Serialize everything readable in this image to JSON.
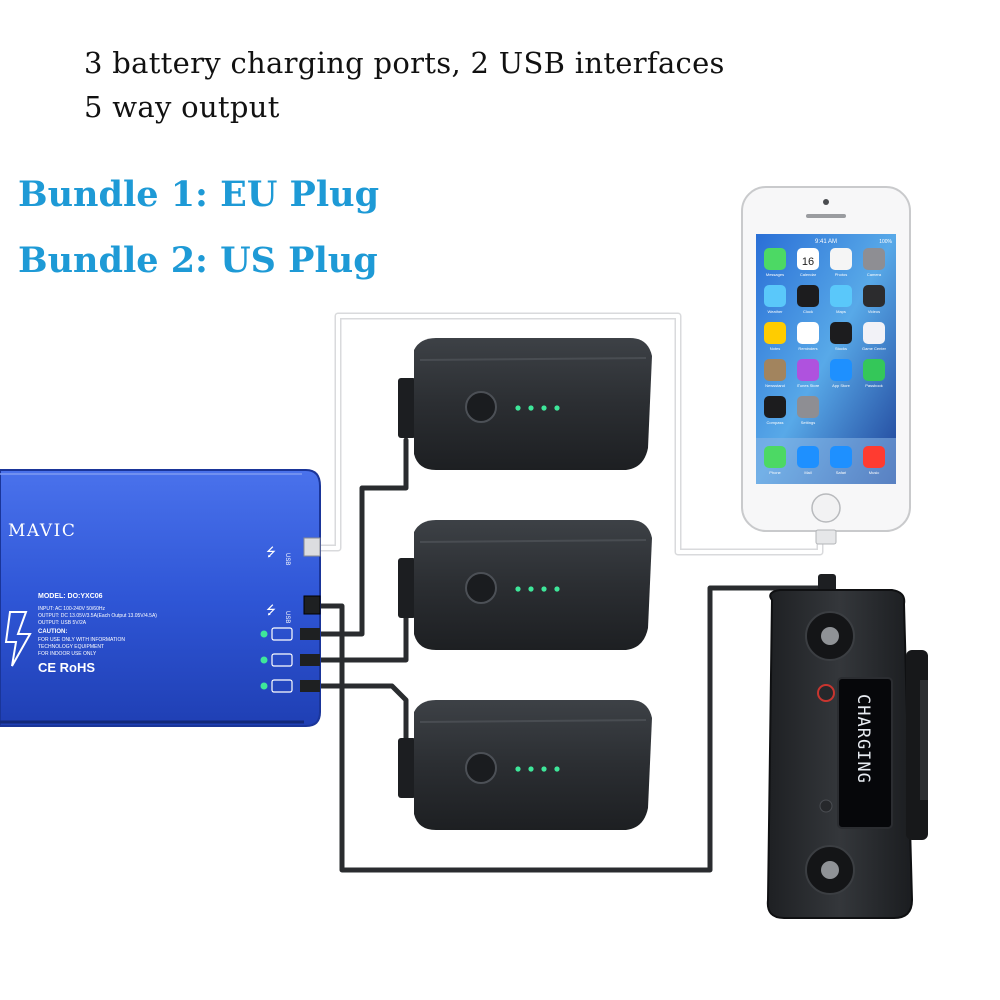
{
  "headline": {
    "line1": "3 battery charging ports, 2 USB interfaces",
    "line2": "5 way output"
  },
  "bundles": [
    {
      "label": "Bundle 1: EU Plug"
    },
    {
      "label": "Bundle 2: US Plug"
    }
  ],
  "hub": {
    "brand": "MAVIC",
    "model": "MODEL: DO:YXC06",
    "input": "INPUT: AC 100-240V 50/60Hz",
    "output_dc": "OUTPUT: DC 13.05V/3.5A(Each Output 13.05V/4.5A)",
    "output_usb": "OUTPUT: USB 5V/2A",
    "caution": "CAUTION:",
    "note1": "FOR USE ONLY WITH INFORMATION",
    "note2": "TECHNOLOGY EQUIPMENT",
    "note3": "FOR INDOOR USE ONLY",
    "cert": "CE RoHS",
    "usb_label": "USB"
  },
  "phone": {
    "status_time": "9:41 AM",
    "status_battery": "100%",
    "apps": [
      "Messages",
      "Calendar",
      "Photos",
      "Camera",
      "Weather",
      "Clock",
      "Maps",
      "Videos",
      "Notes",
      "Reminders",
      "Stocks",
      "Game Center",
      "Newsstand",
      "iTunes Store",
      "App Store",
      "Passbook",
      "Compass",
      "Settings"
    ],
    "dock": [
      "Phone",
      "Mail",
      "Safari",
      "Music"
    ],
    "calendar_day": "16"
  },
  "controller": {
    "display_text": "CHARGING"
  },
  "colors": {
    "accent": "#1e9ad6",
    "hub_blue": "#2f56d6",
    "battery": "#2c2f33",
    "led": "#3ee79a"
  }
}
